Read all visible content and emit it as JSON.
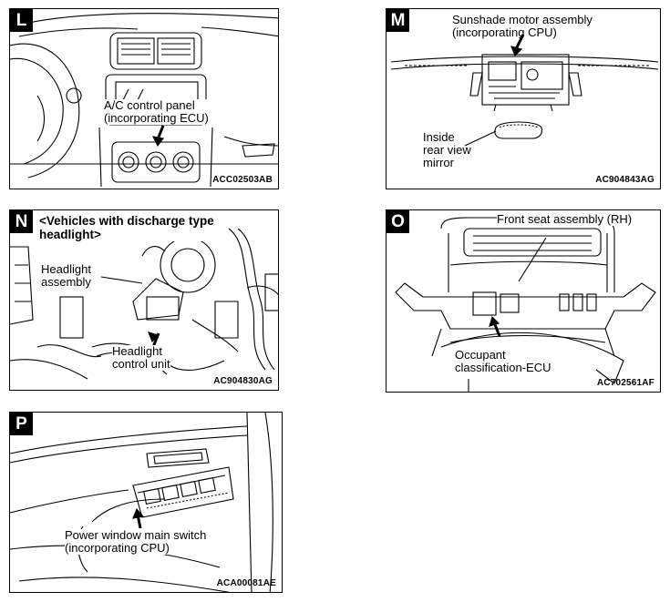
{
  "panels": {
    "L": {
      "letter": "L",
      "label_lines": [
        "A/C control panel",
        "(incorporating ECU)"
      ],
      "code": "ACC02503AB"
    },
    "M": {
      "letter": "M",
      "label_lines": [
        "Sunshade motor assembly",
        "(incorporating CPU)"
      ],
      "label2_lines": [
        "Inside",
        "rear view",
        "mirror"
      ],
      "code": "AC904843AG"
    },
    "N": {
      "letter": "N",
      "title_lines": [
        "<Vehicles with discharge type",
        "headlight>"
      ],
      "label_lines": [
        "Headlight",
        "assembly"
      ],
      "label2_lines": [
        "Headlight",
        "control unit"
      ],
      "code": "AC904830AG"
    },
    "O": {
      "letter": "O",
      "label_lines": [
        "Front seat assembly (RH)"
      ],
      "label2_lines": [
        "Occupant",
        "classification-ECU"
      ],
      "code": "AC702561AF"
    },
    "P": {
      "letter": "P",
      "label_lines": [
        "Power window main switch",
        "(incorporating CPU)"
      ],
      "code": "ACA00081AE"
    }
  }
}
